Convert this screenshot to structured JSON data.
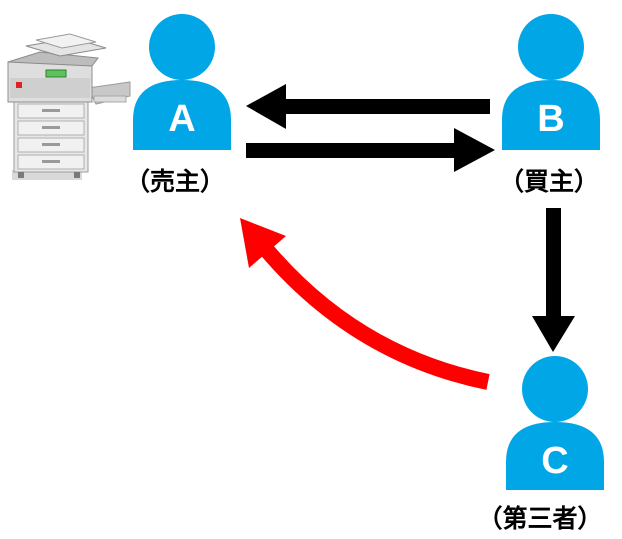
{
  "colors": {
    "person": "#00a6e6",
    "arrow": "#000000",
    "claim_arrow": "#ff0000",
    "text": "#000000"
  },
  "nodes": {
    "a": {
      "letter": "A",
      "role": "（売主）"
    },
    "b": {
      "letter": "B",
      "role": "（買主）"
    },
    "c": {
      "letter": "C",
      "role": "（第三者）"
    }
  },
  "icons": {
    "machine": "copier-icon",
    "person": "person-icon"
  },
  "arrows": [
    {
      "from": "b",
      "to": "a",
      "color": "black"
    },
    {
      "from": "a",
      "to": "b",
      "color": "black"
    },
    {
      "from": "b",
      "to": "c",
      "color": "black"
    },
    {
      "from": "c",
      "to": "a",
      "color": "red"
    }
  ]
}
